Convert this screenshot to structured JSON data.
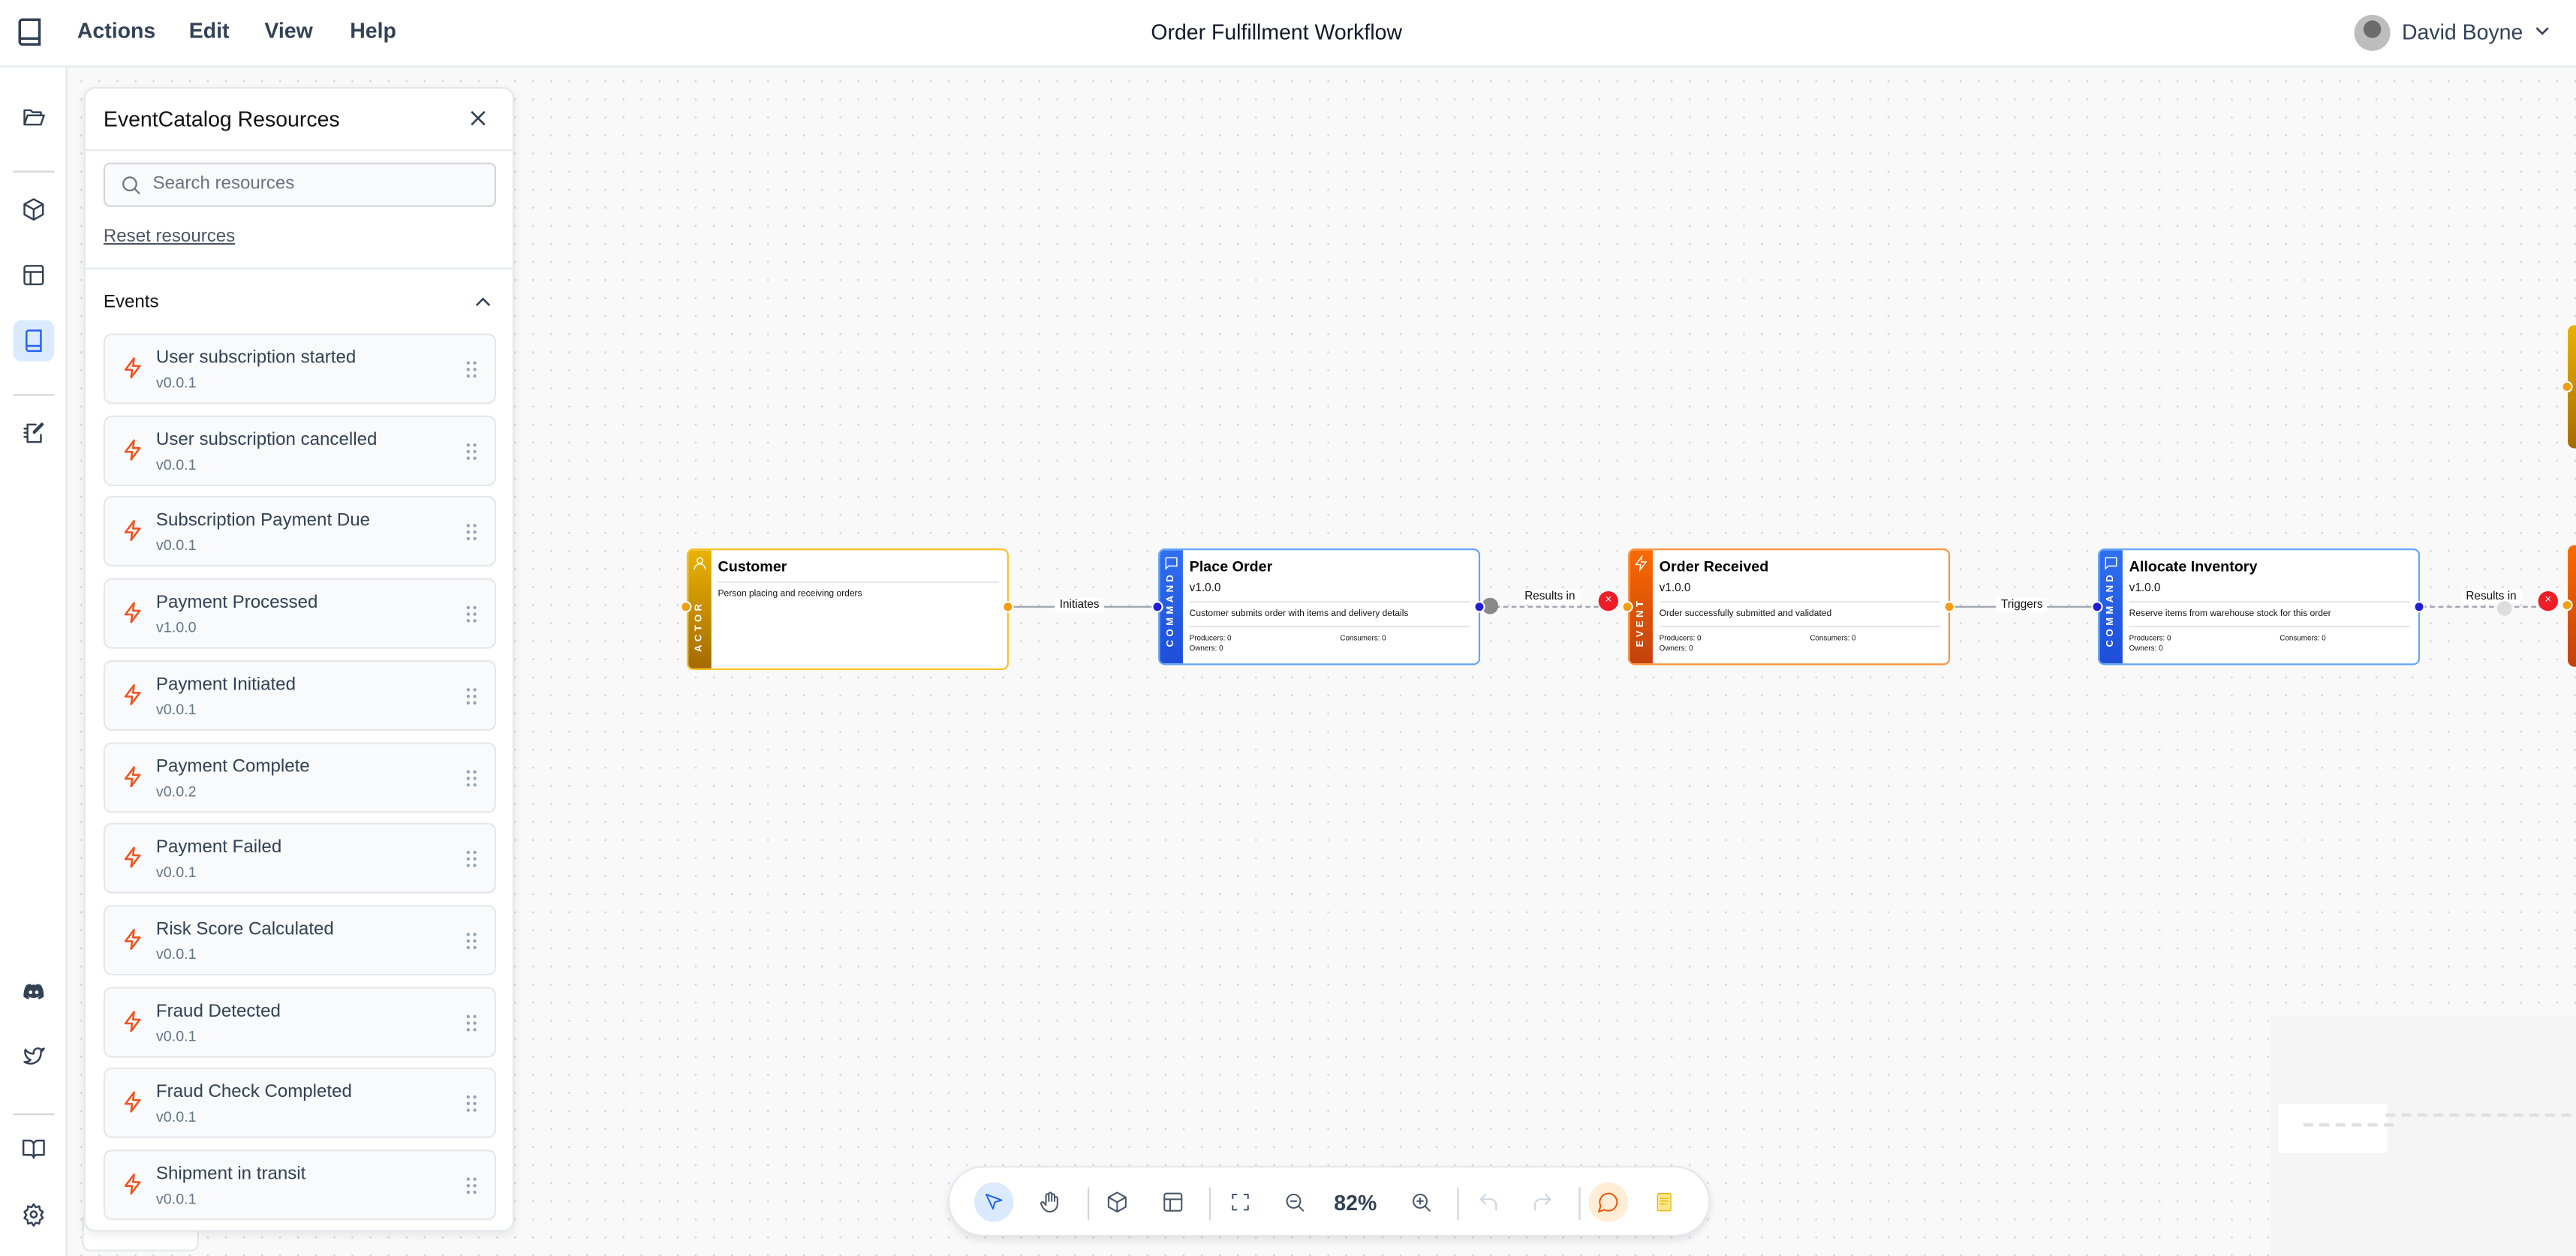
{
  "topbar": {
    "menus": [
      "Actions",
      "Edit",
      "View",
      "Help"
    ],
    "title": "Order Fulfillment Workflow",
    "user": "David Boyne"
  },
  "panel": {
    "title": "EventCatalog Resources",
    "search_placeholder": "Search resources",
    "reset": "Reset resources",
    "section": "Events",
    "items": [
      {
        "name": "User subscription started",
        "version": "v0.0.1"
      },
      {
        "name": "User subscription cancelled",
        "version": "v0.0.1"
      },
      {
        "name": "Subscription Payment Due",
        "version": "v0.0.1"
      },
      {
        "name": "Payment Processed",
        "version": "v1.0.0"
      },
      {
        "name": "Payment Initiated",
        "version": "v0.0.1"
      },
      {
        "name": "Payment Complete",
        "version": "v0.0.2"
      },
      {
        "name": "Payment Failed",
        "version": "v0.0.1"
      },
      {
        "name": "Risk Score Calculated",
        "version": "v0.0.1"
      },
      {
        "name": "Fraud Detected",
        "version": "v0.0.1"
      },
      {
        "name": "Fraud Check Completed",
        "version": "v0.0.1"
      },
      {
        "name": "Shipment in transit",
        "version": "v0.0.1"
      }
    ]
  },
  "nodes": [
    {
      "type": "ACTOR",
      "title": "Customer",
      "description": "Person placing and receiving orders",
      "color": "#d69e00"
    },
    {
      "type": "COMMAND",
      "title": "Place Order",
      "version": "v1.0.0",
      "description": "Customer submits order with items and delivery details",
      "producers": "Producers: 0",
      "consumers": "Consumers: 0",
      "owners": "Owners: 0",
      "color": "#2563eb"
    },
    {
      "type": "EVENT",
      "title": "Order Received",
      "version": "v1.0.0",
      "description": "Order successfully submitted and validated",
      "producers": "Producers: 0",
      "consumers": "Consumers: 0",
      "owners": "Owners: 0",
      "color": "#f97316"
    },
    {
      "type": "COMMAND",
      "title": "Allocate Inventory",
      "version": "v1.0.0",
      "description": "Reserve items from warehouse stock for this order",
      "producers": "Producers: 0",
      "consumers": "Consumers: 0",
      "owners": "Owners: 0",
      "color": "#2563eb"
    }
  ],
  "edges": [
    "Initiates",
    "Results in",
    "Triggers",
    "Results in"
  ],
  "toolbar": {
    "zoom": "82%"
  }
}
